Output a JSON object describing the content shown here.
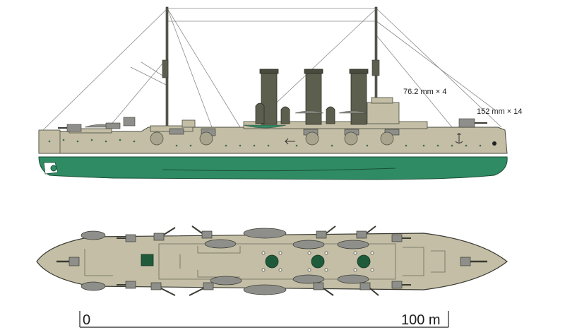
{
  "annotations": {
    "gun_76": "76.2 mm × 4",
    "gun_152": "152 mm × 14"
  },
  "scale_bar": {
    "start_label": "0",
    "end_label": "100 m"
  },
  "colors": {
    "hull_upper": "#c3bea5",
    "hull_lower": "#2e8b63",
    "funnel": "#5c5f4e",
    "deck_plan": "#c3bea5",
    "boat": "#8e8f8a",
    "turret_top": "#1f5a3b",
    "rigging": "#8a8a8a"
  }
}
